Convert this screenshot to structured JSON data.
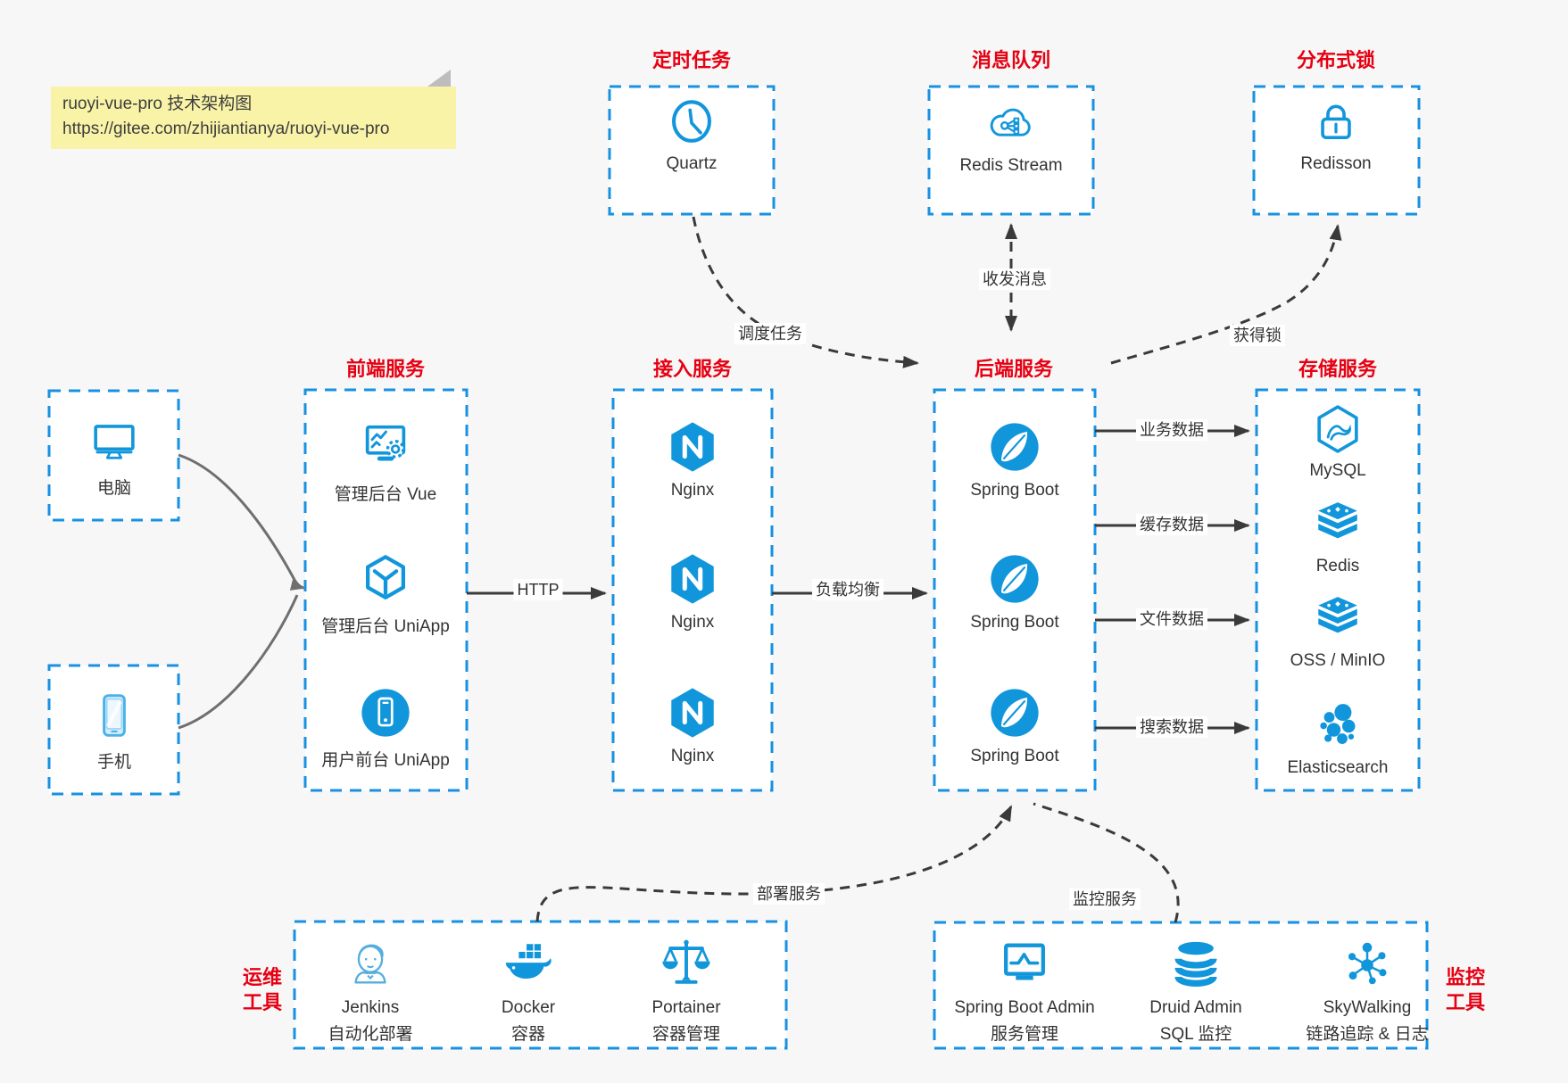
{
  "note": {
    "line1": "ruoyi-vue-pro 技术架构图",
    "line2": "https://gitee.com/zhijiantianya/ruoyi-vue-pro"
  },
  "sections": {
    "scheduled_job": {
      "title": "定时任务"
    },
    "message_queue": {
      "title": "消息队列"
    },
    "distributed_lock": {
      "title": "分布式锁"
    },
    "frontend": {
      "title": "前端服务"
    },
    "gateway": {
      "title": "接入服务"
    },
    "backend": {
      "title": "后端服务"
    },
    "storage": {
      "title": "存储服务"
    },
    "ops": {
      "title_line1": "运维",
      "title_line2": "工具"
    },
    "monitoring": {
      "title_line1": "监控",
      "title_line2": "工具"
    }
  },
  "nodes": {
    "quartz": {
      "label": "Quartz",
      "icon": "clock-icon"
    },
    "redis_stream": {
      "label": "Redis Stream",
      "icon": "cloud-share-icon"
    },
    "redisson": {
      "label": "Redisson",
      "icon": "lock-icon"
    },
    "pc": {
      "label": "电脑",
      "icon": "monitor-icon"
    },
    "mobile": {
      "label": "手机",
      "icon": "smartphone-icon"
    },
    "admin_vue": {
      "label": "管理后台 Vue",
      "icon": "admin-screen-gear-icon"
    },
    "admin_uniapp": {
      "label": "管理后台 UniApp",
      "icon": "uniapp-cube-icon"
    },
    "user_uniapp": {
      "label": "用户前台 UniApp",
      "icon": "phone-circle-icon"
    },
    "nginx": {
      "label": "Nginx",
      "icon": "nginx-hexagon-icon"
    },
    "spring_boot": {
      "label": "Spring Boot",
      "icon": "spring-leaf-icon"
    },
    "mysql": {
      "label": "MySQL",
      "icon": "mysql-dolphin-icon"
    },
    "redis": {
      "label": "Redis",
      "icon": "redis-stack-icon"
    },
    "oss": {
      "label": "OSS / MinIO",
      "icon": "storage-stack-icon"
    },
    "elasticsearch": {
      "label": "Elasticsearch",
      "icon": "elasticsearch-icon"
    },
    "jenkins": {
      "label": "Jenkins",
      "sublabel": "自动化部署",
      "icon": "jenkins-icon"
    },
    "docker": {
      "label": "Docker",
      "sublabel": "容器",
      "icon": "docker-whale-icon"
    },
    "portainer": {
      "label": "Portainer",
      "sublabel": "容器管理",
      "icon": "portainer-scales-icon"
    },
    "spring_boot_admin": {
      "label": "Spring Boot Admin",
      "sublabel": "服务管理",
      "icon": "admin-monitor-icon"
    },
    "druid": {
      "label": "Druid Admin",
      "sublabel": "SQL 监控",
      "icon": "druid-database-icon"
    },
    "skywalking": {
      "label": "SkyWalking",
      "sublabel": "链路追踪 & 日志",
      "icon": "skywalking-hub-icon"
    }
  },
  "edges": {
    "http": "HTTP",
    "load_balance": "负载均衡",
    "schedule_task": "调度任务",
    "send_receive_message": "收发消息",
    "acquire_lock": "获得锁",
    "business_data": "业务数据",
    "cache_data": "缓存数据",
    "file_data": "文件数据",
    "search_data": "搜索数据",
    "deploy_service": "部署服务",
    "monitor_service": "监控服务"
  },
  "colors": {
    "box_border_blue": "#1791e0",
    "icon_blue": "#1296db",
    "title_red": "#e60012",
    "arrow_dark": "#3a3a3a",
    "client_arrow_gray": "#6f6f6f",
    "note_bg": "#f9f3a8",
    "background": "#f7f7f7"
  }
}
